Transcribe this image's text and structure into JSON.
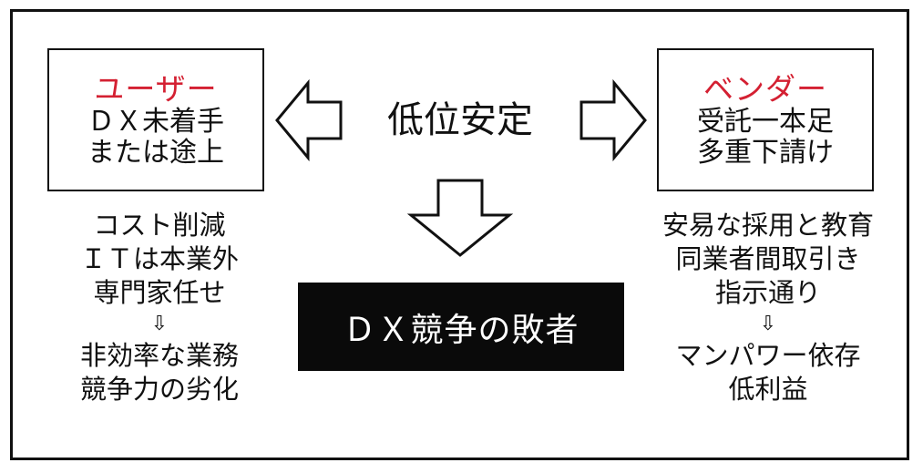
{
  "user": {
    "title": "ユーザー",
    "status_lines": [
      "ＤＸ未着手",
      "または途上"
    ],
    "factors": [
      "コスト削減",
      "ＩＴは本業外",
      "専門家任せ"
    ],
    "down_arrow": "⇩",
    "outcomes": [
      "非効率な業務",
      "競争力の劣化"
    ]
  },
  "vendor": {
    "title": "ベンダー",
    "status_lines": [
      "受託一本足",
      "多重下請け"
    ],
    "factors": [
      "安易な採用と教育",
      "同業者間取引き",
      "指示通り"
    ],
    "down_arrow": "⇩",
    "outcomes": [
      "マンパワー依存",
      "低利益"
    ]
  },
  "center": {
    "label": "低位安定"
  },
  "result": {
    "label": "ＤＸ競争の敗者"
  },
  "colors": {
    "accent_red": "#d42032",
    "ink": "#111111",
    "result_bg": "#0a0a0a",
    "result_text": "#ffffff"
  }
}
